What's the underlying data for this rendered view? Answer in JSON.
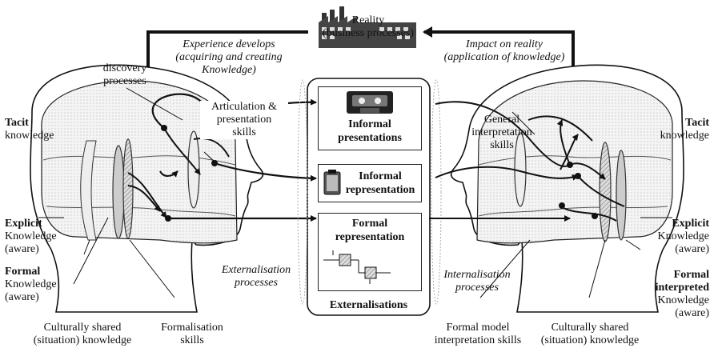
{
  "reality": {
    "line1": "Reality",
    "line2": "(business processes)"
  },
  "top_left": {
    "line1": "Experience develops",
    "line2": "(acquiring and creating",
    "line3": "Knowledge)"
  },
  "top_right": {
    "line1": "Impact on reality",
    "line2": "(application of knowledge)"
  },
  "left_head": {
    "discovery": {
      "line1": "discovery",
      "line2": "processes"
    },
    "articulation": {
      "line1": "Articulation &",
      "line2": "presentation",
      "line3": "skills"
    },
    "tacit": {
      "bold": "Tacit",
      "rest": "knowledge"
    },
    "explicit": {
      "bold": "Explicit",
      "line2": "Knowledge",
      "line3": "(aware)"
    },
    "formal": {
      "bold": "Formal",
      "line2": "Knowledge",
      "line3": "(aware)"
    },
    "cultural": {
      "line1": "Culturally shared",
      "line2": "(situation) knowledge"
    },
    "formalisation": {
      "line1": "Formalisation",
      "line2": "skills"
    }
  },
  "right_head": {
    "general": {
      "line1": "General",
      "line2": "interpretation",
      "line3": "skills"
    },
    "tacit": {
      "bold": "Tacit",
      "rest": "knowledge"
    },
    "explicit": {
      "bold": "Explicit",
      "line2": "Knowledge",
      "line3": "(aware)"
    },
    "formal": {
      "bold1": "Formal",
      "bold2": "interpreted",
      "line3": "Knowledge",
      "line4": "(aware)"
    },
    "model": {
      "line1": "Formal model",
      "line2": "interpretation skills"
    },
    "cultural": {
      "line1": "Culturally shared",
      "line2": "(situation) knowledge"
    }
  },
  "center": {
    "informal_presentations": {
      "line1": "Informal",
      "line2": "presentations"
    },
    "informal_representation": {
      "line1": "Informal",
      "line2": "representation"
    },
    "formal_representation": {
      "line1": "Formal",
      "line2": "representation"
    },
    "externalisations": "Externalisations",
    "externalisation_processes": {
      "line1": "Externalisation",
      "line2": "processes"
    },
    "internalisation_processes": {
      "line1": "Internalisation",
      "line2": "processes"
    }
  }
}
